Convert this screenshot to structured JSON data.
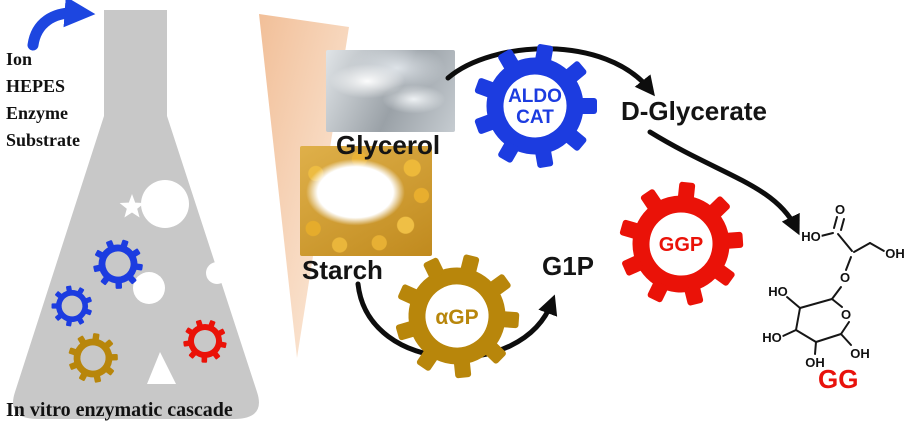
{
  "flask": {
    "reagents": [
      "Ion",
      "HEPES",
      "Enzyme",
      "Substrate"
    ],
    "caption": "In vitro enzymatic cascade"
  },
  "substrates": {
    "glycerol": "Glycerol",
    "starch": "Starch"
  },
  "enzyme_gears": {
    "aldo_line1": "ALDO",
    "aldo_line2": "CAT",
    "agp": "αGP",
    "ggp": "GGP"
  },
  "metabolites": {
    "d_glycerate": "D-Glycerate",
    "g1p": "G1P",
    "product": "GG"
  },
  "structure": {
    "labels": [
      "O",
      "HO",
      "OH",
      "O",
      "O",
      "HO",
      "HO",
      "OH",
      "OH"
    ]
  },
  "colors": {
    "blue": "#1c3ce0",
    "gold": "#b8860b",
    "red": "#ea1208",
    "flask_gray": "#c8c8c8",
    "beam_orange": "#f0b88d"
  }
}
